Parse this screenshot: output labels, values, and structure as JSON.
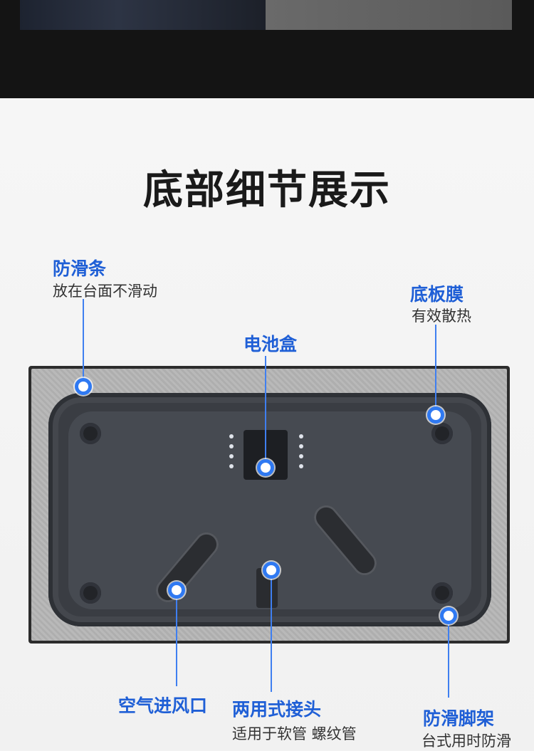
{
  "heading": "底部细节展示",
  "labels": {
    "anti_slip_strip": {
      "title": "防滑条",
      "sub": "放在台面不滑动"
    },
    "base_film": {
      "title": "底板膜",
      "sub": "有效散热"
    },
    "battery_box": {
      "title": "电池盒"
    },
    "air_inlet": {
      "title": "空气进风口"
    },
    "dual_connector": {
      "title": "两用式接头",
      "sub": "适用于软管 螺纹管"
    },
    "anti_slip_feet": {
      "title": "防滑脚架",
      "sub": "台式用时防滑"
    }
  },
  "colors": {
    "accent": "#1f5fd6",
    "line": "#3f7ff0",
    "dark_band": "#141414"
  },
  "icons": [
    "callout-dot"
  ]
}
